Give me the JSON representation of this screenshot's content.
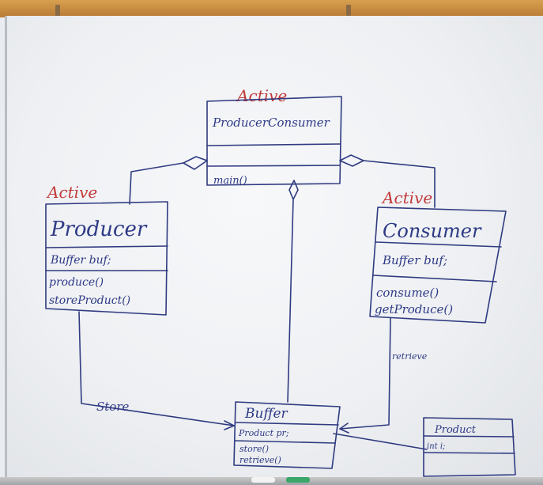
{
  "diagram": {
    "producer_consumer": {
      "stereotype": "Active",
      "name": "ProducerConsumer",
      "operation": "main()"
    },
    "producer": {
      "stereotype": "Active",
      "name": "Producer",
      "attribute": "Buffer buf;",
      "operations": [
        "produce()",
        "storeProduct()"
      ]
    },
    "consumer": {
      "stereotype": "Active",
      "name": "Consumer",
      "attribute": "Buffer buf;",
      "operations": [
        "consume()",
        "getProduce()"
      ]
    },
    "buffer": {
      "name": "Buffer",
      "attribute": "Product pr;",
      "operations": [
        "store()",
        "retrieve()"
      ]
    },
    "product": {
      "name": "Product",
      "attribute": "int i;"
    },
    "labels": {
      "store": "Store",
      "retrieve": "retrieve"
    }
  },
  "colors": {
    "ink": "#2f3a80",
    "stereotype": "#c23b3b",
    "board": "#eef0f3",
    "frame": "#c98a3f"
  }
}
